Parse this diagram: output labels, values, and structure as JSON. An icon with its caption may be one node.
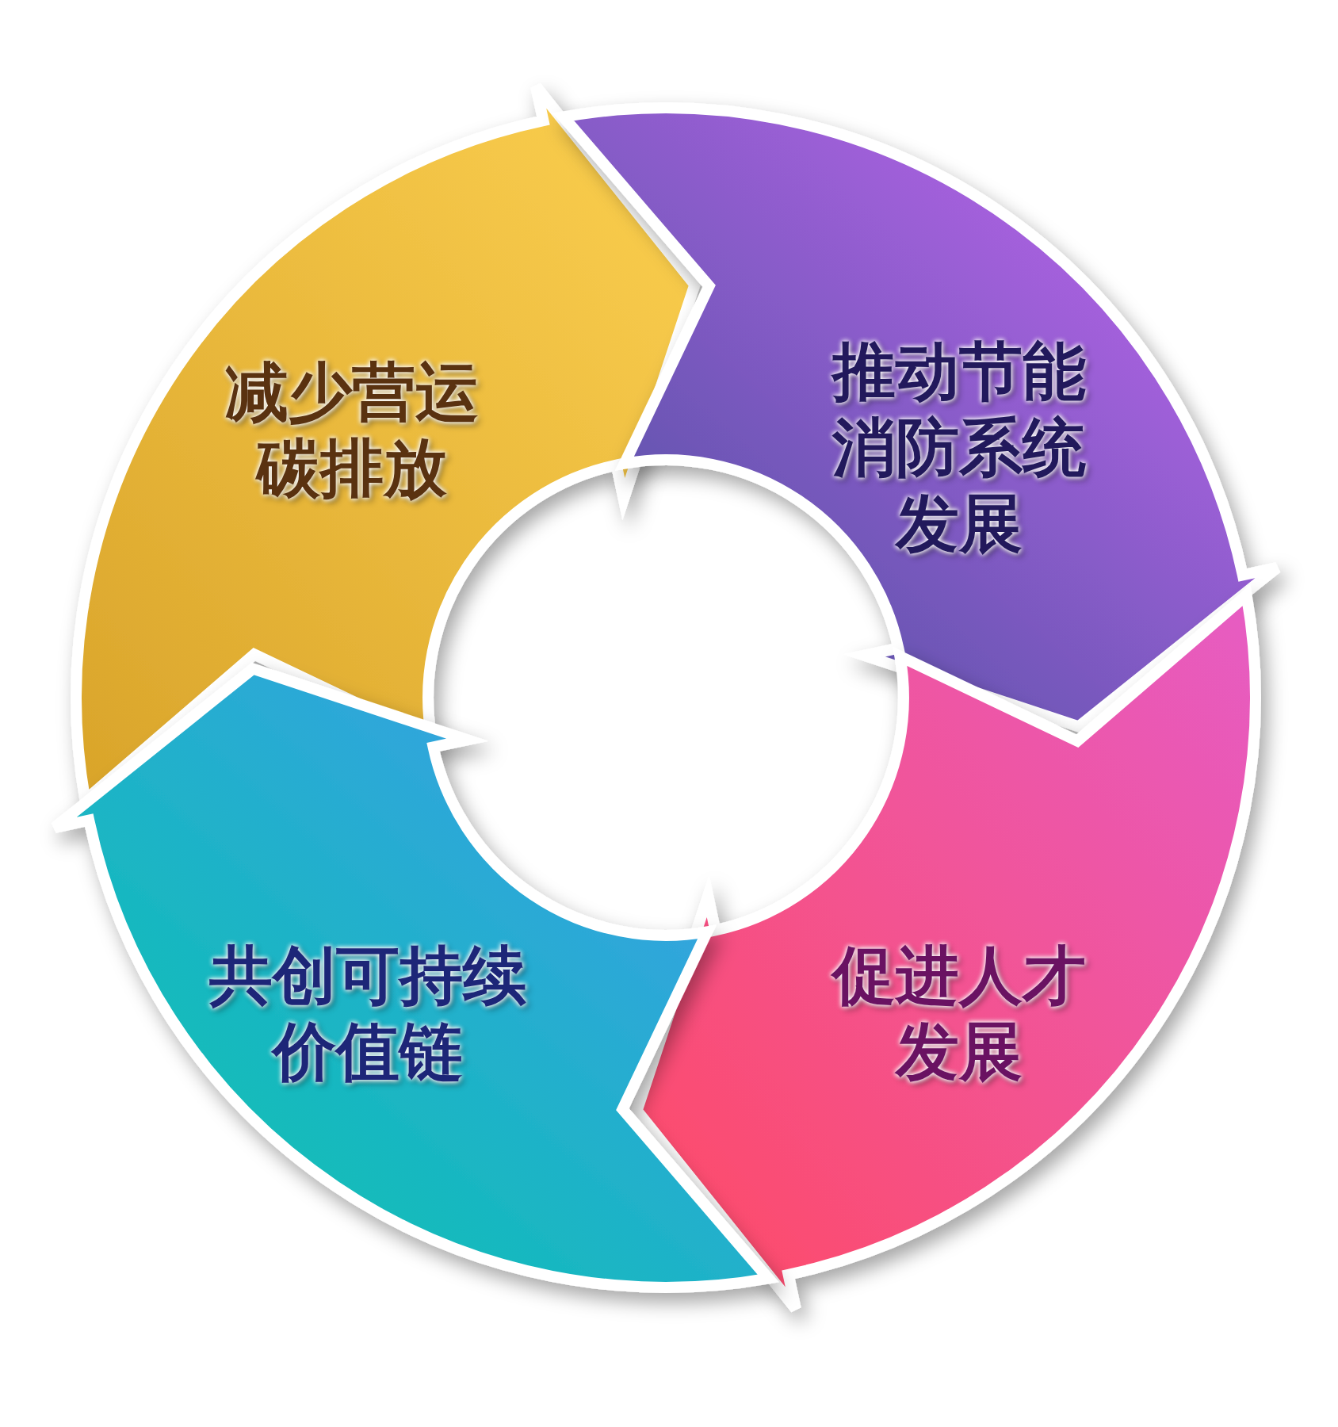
{
  "diagram": {
    "nodes": [
      {
        "text": [
          "减少营运碳排放"
        ]
      },
      {
        "text": [
          "推动节能消防系统发展"
        ]
      },
      {
        "text": [
          "促进人才发展"
        ]
      },
      {
        "text": [
          "共创可持续价值链"
        ]
      }
    ]
  }
}
